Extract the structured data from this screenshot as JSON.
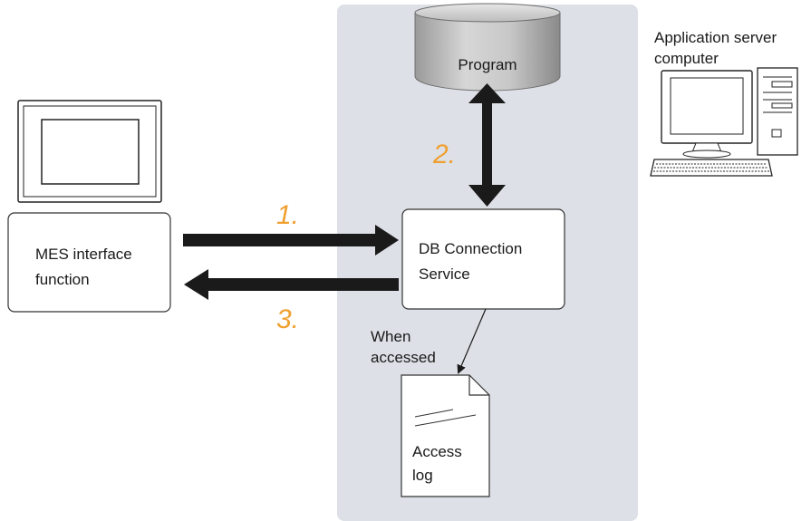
{
  "application_server": {
    "title_line1": "Application server",
    "title_line2": "computer"
  },
  "database": {
    "label": "Program"
  },
  "mes_box": {
    "line1": "MES interface",
    "line2": "function"
  },
  "db_service": {
    "line1": "DB Connection",
    "line2": "Service"
  },
  "steps": {
    "step1": "1.",
    "step2": "2.",
    "step3": "3."
  },
  "access_note": {
    "line1": "When",
    "line2": "accessed"
  },
  "access_log": {
    "line1": "Access",
    "line2": "log"
  },
  "colors": {
    "server_area": "#dde0e6",
    "step_number": "#f0a030",
    "arrow": "#1a1a1a",
    "cylinder": "#bfbfbf"
  }
}
